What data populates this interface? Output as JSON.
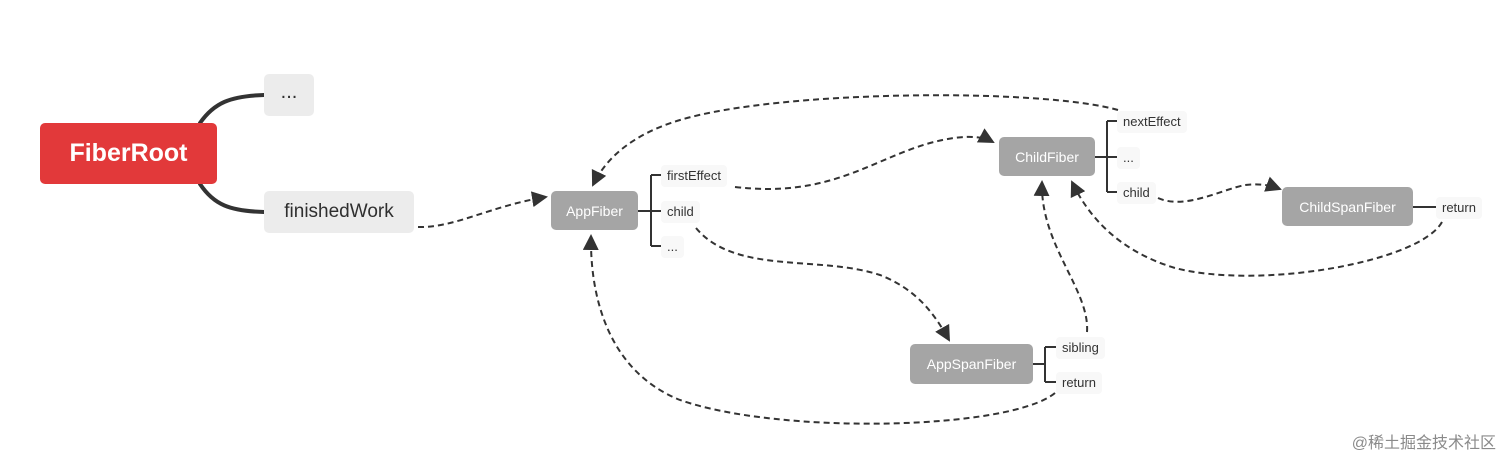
{
  "root": {
    "label": "FiberRoot",
    "color": "#e2393a"
  },
  "root_children": {
    "ellipsis": "...",
    "finished_work": "finishedWork"
  },
  "nodes": {
    "app_fiber": "AppFiber",
    "child_fiber": "ChildFiber",
    "child_span_fiber": "ChildSpanFiber",
    "app_span_fiber": "AppSpanFiber"
  },
  "fields": {
    "app_fiber": [
      "firstEffect",
      "child",
      "..."
    ],
    "child_fiber": [
      "nextEffect",
      "...",
      "child"
    ],
    "child_span_fiber": [
      "return"
    ],
    "app_span_fiber": [
      "sibling",
      "return"
    ]
  },
  "watermark": "@稀土掘金技术社区",
  "colors": {
    "fiber_node": "#a5a5a5",
    "light_node": "#ececec",
    "connector": "#333333"
  }
}
